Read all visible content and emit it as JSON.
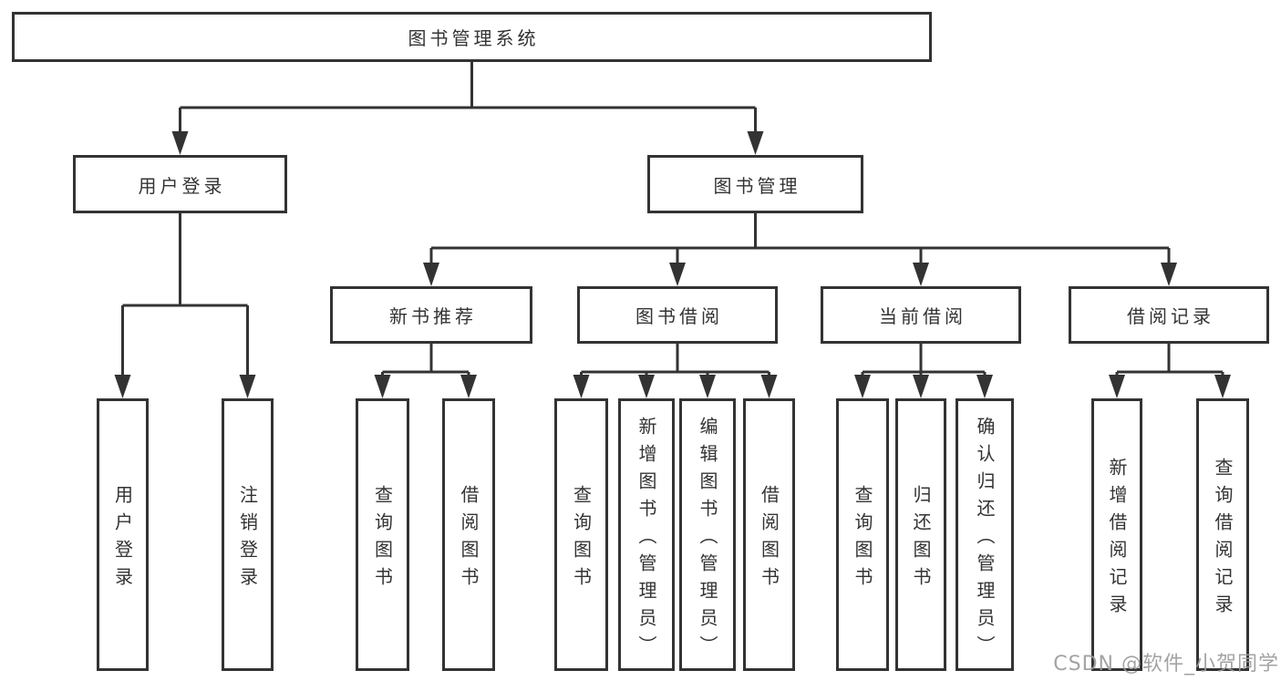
{
  "tree": {
    "label": "图书管理系统",
    "children": [
      {
        "label": "用户登录",
        "children": [
          {
            "label": "用户登录"
          },
          {
            "label": "注销登录"
          }
        ]
      },
      {
        "label": "图书管理",
        "children": [
          {
            "label": "新书推荐",
            "children": [
              {
                "label": "查询图书"
              },
              {
                "label": "借阅图书"
              }
            ]
          },
          {
            "label": "图书借阅",
            "children": [
              {
                "label": "查询图书"
              },
              {
                "label": "新增图书（管理员）"
              },
              {
                "label": "编辑图书（管理员）"
              },
              {
                "label": "借阅图书"
              }
            ]
          },
          {
            "label": "当前借阅",
            "children": [
              {
                "label": "查询图书"
              },
              {
                "label": "归还图书"
              },
              {
                "label": "确认归还（管理员）"
              }
            ]
          },
          {
            "label": "借阅记录",
            "children": [
              {
                "label": "新增借阅记录"
              },
              {
                "label": "查询借阅记录"
              }
            ]
          }
        ]
      }
    ]
  },
  "watermark": {
    "text": "CSDN @软件_小贺同学"
  },
  "colors": {
    "line": "#333333",
    "box_border": "#333333",
    "box_fill": "#ffffff",
    "text": "#333333",
    "watermark": "#9c9c9c",
    "background": "#ffffff"
  }
}
